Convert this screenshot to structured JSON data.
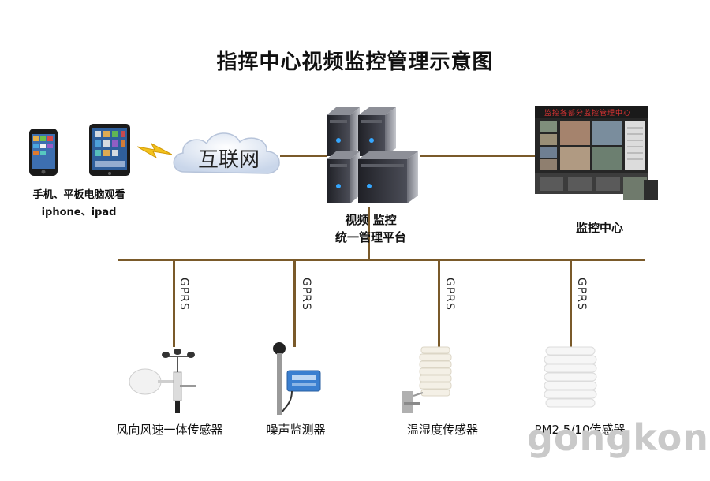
{
  "title": "指挥中心视频监控管理示意图",
  "mobile": {
    "label_line1": "手机、平板电脑观看",
    "label_line2": "iphone、ipad"
  },
  "cloud": {
    "label": "互联网"
  },
  "platform": {
    "label_line1": "视频 监控",
    "label_line2": "统一管理平台"
  },
  "monitor_center": {
    "label": "监控中心",
    "banner_text": "监控各部分监控管理中心"
  },
  "links": {
    "gprs": "GPRS"
  },
  "sensors": [
    {
      "label": "风向风速一体传感器"
    },
    {
      "label": "噪声监测器"
    },
    {
      "label": "温湿度传感器"
    },
    {
      "label": "PM2.5/10传感器"
    }
  ],
  "watermark": "gongkong",
  "colors": {
    "line": "#7a5a2a",
    "server_dark": "#2e2f36",
    "cloud": "#dfe7f3",
    "shield": "#f1eee6"
  }
}
